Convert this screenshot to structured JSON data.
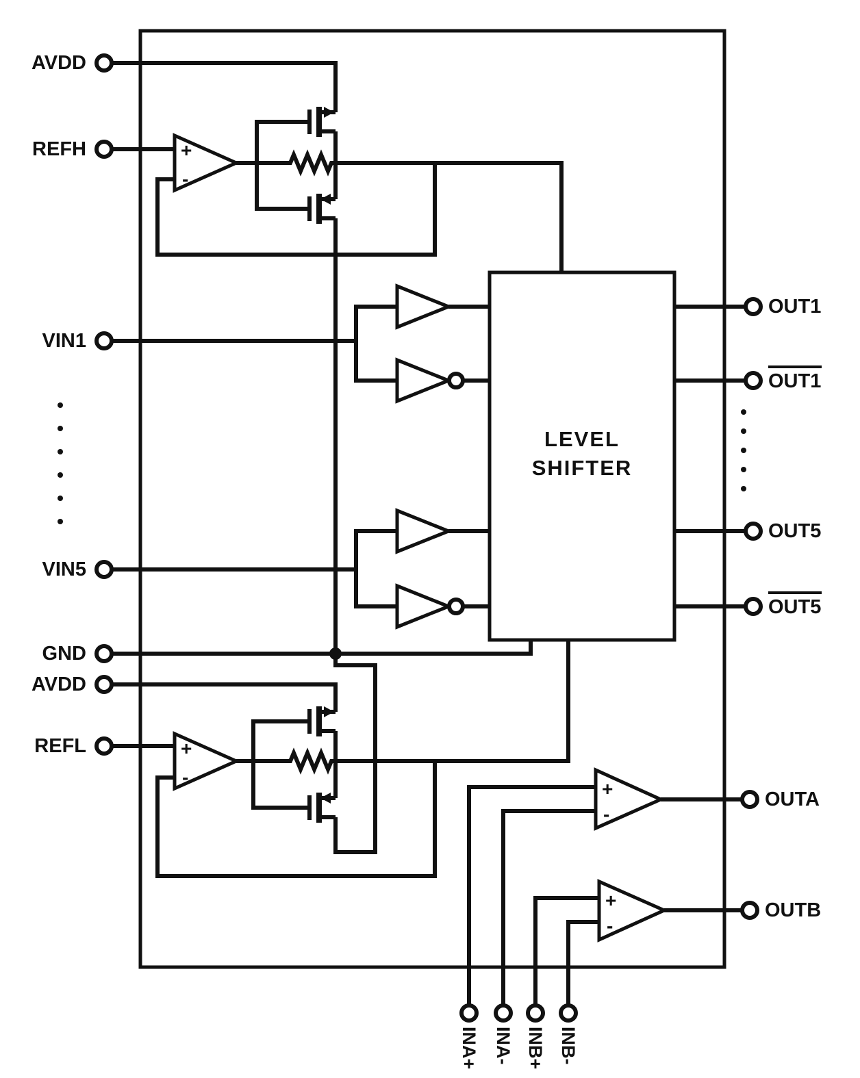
{
  "diagram": {
    "pins": {
      "left": [
        {
          "id": "avdd-top",
          "label": "AVDD"
        },
        {
          "id": "refh",
          "label": "REFH"
        },
        {
          "id": "vin1",
          "label": "VIN1"
        },
        {
          "id": "vin5",
          "label": "VIN5"
        },
        {
          "id": "gnd",
          "label": "GND"
        },
        {
          "id": "avdd-bottom",
          "label": "AVDD"
        },
        {
          "id": "refl",
          "label": "REFL"
        }
      ],
      "right": [
        {
          "id": "out1",
          "label": "OUT1",
          "overline": false
        },
        {
          "id": "out1-bar",
          "label": "OUT1",
          "overline": true
        },
        {
          "id": "out5",
          "label": "OUT5",
          "overline": false
        },
        {
          "id": "out5-bar",
          "label": "OUT5",
          "overline": true
        },
        {
          "id": "outa",
          "label": "OUTA",
          "overline": false
        },
        {
          "id": "outb",
          "label": "OUTB",
          "overline": false
        }
      ],
      "bottom": [
        {
          "id": "ina-plus",
          "label": "INA+"
        },
        {
          "id": "ina-minus",
          "label": "INA-"
        },
        {
          "id": "inb-plus",
          "label": "INB+"
        },
        {
          "id": "inb-minus",
          "label": "INB-"
        }
      ]
    },
    "blocks": {
      "level_shifter": {
        "line1": "LEVEL",
        "line2": "SHIFTER"
      }
    },
    "symbols": {
      "plus": "+",
      "minus": "-"
    },
    "ellipsis": {
      "left_dots": 6,
      "right_dots": 5
    },
    "colors": {
      "ink": "#111111",
      "background": "#ffffff"
    }
  }
}
